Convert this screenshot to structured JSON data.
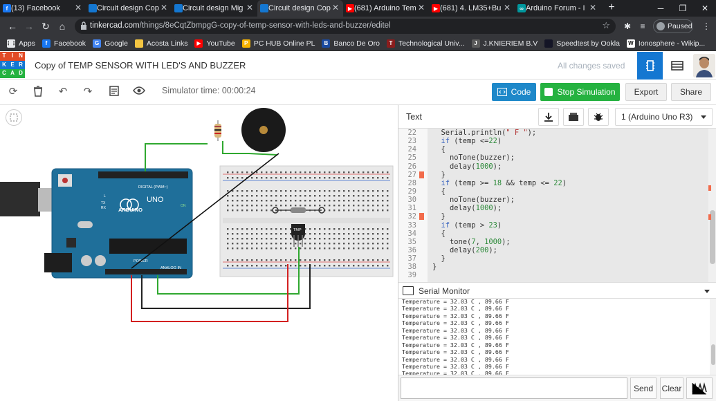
{
  "browser": {
    "tabs": [
      {
        "title": "(13) Facebook",
        "icon": "facebook-icon",
        "color": "#1877f2",
        "glyph": "f"
      },
      {
        "title": "Circuit design Cop",
        "icon": "tinkercad-icon",
        "color": "#1477d1",
        "glyph": ""
      },
      {
        "title": "Circuit design Mig",
        "icon": "tinkercad-icon",
        "color": "#1477d1",
        "glyph": ""
      },
      {
        "title": "Circuit design Cop",
        "icon": "tinkercad-icon",
        "color": "#1477d1",
        "glyph": "",
        "active": true
      },
      {
        "title": "(681) Arduino Tem",
        "icon": "youtube-icon",
        "color": "#ff0000",
        "glyph": "▶"
      },
      {
        "title": "(681) 4. LM35+Bu",
        "icon": "youtube-icon",
        "color": "#ff0000",
        "glyph": "▶"
      },
      {
        "title": "Arduino Forum - I",
        "icon": "arduino-icon",
        "color": "#00979d",
        "glyph": "∞"
      }
    ],
    "url_host": "tinkercad.com",
    "url_path": "/things/8eCqtZbmpgG-copy-of-temp-sensor-with-leds-and-buzzer/editel",
    "profile_status": "Paused",
    "bookmarks": [
      {
        "label": "Apps",
        "icon": "apps-icon",
        "color": "#e8eaed",
        "glyph": "⋮⋮"
      },
      {
        "label": "Facebook",
        "icon": "facebook-icon",
        "color": "#1877f2",
        "glyph": "f"
      },
      {
        "label": "Google",
        "icon": "google-icon",
        "color": "#4285f4",
        "glyph": "G"
      },
      {
        "label": "Acosta Links",
        "icon": "folder-icon",
        "color": "#f4c542",
        "glyph": ""
      },
      {
        "label": "YouTube",
        "icon": "youtube-icon",
        "color": "#ff0000",
        "glyph": "▶"
      },
      {
        "label": "PC HUB Online PL",
        "icon": "pchub-icon",
        "color": "#f6b300",
        "glyph": "P"
      },
      {
        "label": "Banco De Oro",
        "icon": "bdo-icon",
        "color": "#1a4aa0",
        "glyph": "B"
      },
      {
        "label": "Technological Univ...",
        "icon": "university-icon",
        "color": "#8b1d1d",
        "glyph": "T"
      },
      {
        "label": "J.KNIERIEM B.V",
        "icon": "jk-icon",
        "color": "#5a5a5a",
        "glyph": "J"
      },
      {
        "label": "Speedtest by Ookla",
        "icon": "speedtest-icon",
        "color": "#141526",
        "glyph": ""
      },
      {
        "label": "Ionosphere - Wikip...",
        "icon": "wikipedia-icon",
        "color": "#ffffff",
        "glyph": "W"
      }
    ]
  },
  "app": {
    "logo_letters": [
      "T",
      "I",
      "N",
      "K",
      "E",
      "R",
      "C",
      "A",
      "D"
    ],
    "logo_colors": [
      "#e24b26",
      "#e24b26",
      "#e24b26",
      "#1477d1",
      "#1477d1",
      "#1477d1",
      "#25b240",
      "#25b240",
      "#25b240"
    ],
    "title": "Copy of TEMP SENSOR WITH LED'S AND BUZZER",
    "save_status": "All changes saved",
    "accent": "#1477d1"
  },
  "toolbar": {
    "sim_time": "Simulator time: 00:00:24",
    "code_label": "Code",
    "stop_label": "Stop Simulation",
    "export_label": "Export",
    "share_label": "Share"
  },
  "code_panel": {
    "mode_label": "Text",
    "device": "1 (Arduino Uno R3)",
    "lines": [
      {
        "n": "22",
        "t": "  Serial.println(\" F \");"
      },
      {
        "n": "23",
        "t": "  if (temp <=22)"
      },
      {
        "n": "24",
        "t": "  {"
      },
      {
        "n": "25",
        "t": "    noTone(buzzer);"
      },
      {
        "n": "26",
        "t": "    delay(1000);"
      },
      {
        "n": "27",
        "t": "  }",
        "err": true
      },
      {
        "n": "28",
        "t": "  if (temp >= 18 && temp <= 22)"
      },
      {
        "n": "29",
        "t": "  {"
      },
      {
        "n": "30",
        "t": "    noTone(buzzer);"
      },
      {
        "n": "31",
        "t": "    delay(1000);"
      },
      {
        "n": "32",
        "t": "  }",
        "err": true
      },
      {
        "n": "33",
        "t": "  if (temp > 23)"
      },
      {
        "n": "34",
        "t": "  {"
      },
      {
        "n": "35",
        "t": "    tone(7, 1000);"
      },
      {
        "n": "36",
        "t": "    delay(200);"
      },
      {
        "n": "37",
        "t": "  }"
      },
      {
        "n": "38",
        "t": "}"
      },
      {
        "n": "39",
        "t": ""
      }
    ]
  },
  "serial_monitor": {
    "title": "Serial Monitor",
    "lines": [
      "Temperature = 32.03 C , 89.66 F",
      "Temperature = 32.03 C , 89.66 F",
      "Temperature = 32.03 C , 89.66 F",
      "Temperature = 32.03 C , 89.66 F",
      "Temperature = 32.03 C , 89.66 F",
      "Temperature = 32.03 C , 89.66 F",
      "Temperature = 32.03 C , 89.66 F",
      "Temperature = 32.03 C , 89.66 F",
      "Temperature = 32.03 C , 89.66 F",
      "Temperature = 32.03 C , 89.66 F",
      "Temperature = 32.03 C , 89.66 F"
    ],
    "input_value": "",
    "send_label": "Send",
    "clear_label": "Clear"
  },
  "circuit": {
    "board_logo": "ARDUINO",
    "board_model": "UNO",
    "digital_label": "DIGITAL (PWM~)",
    "power_label": "POWER",
    "analog_label": "ANALOG IN",
    "sensor_label": "TMP",
    "on_label": "ON",
    "tx_label": "TX",
    "rx_label": "RX",
    "l_label": "L"
  }
}
